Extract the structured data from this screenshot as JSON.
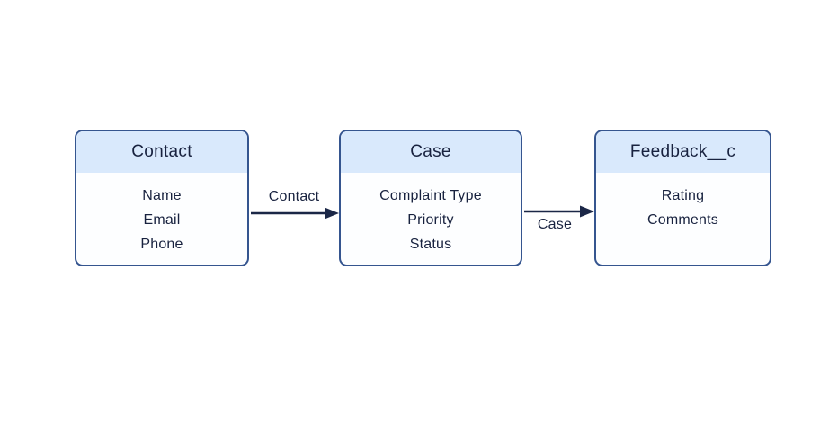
{
  "diagram": {
    "entities": [
      {
        "title": "Contact",
        "fields": [
          "Name",
          "Email",
          "Phone"
        ]
      },
      {
        "title": "Case",
        "fields": [
          "Complaint Type",
          "Priority",
          "Status"
        ]
      },
      {
        "title": "Feedback__c",
        "fields": [
          "Rating",
          "Comments"
        ]
      }
    ],
    "connectors": [
      {
        "label": "Contact",
        "from": "Contact",
        "to": "Case"
      },
      {
        "label": "Case",
        "from": "Case",
        "to": "Feedback__c"
      }
    ],
    "colors": {
      "border": "#35558f",
      "header_fill": "#d9e9fc",
      "text": "#18223f",
      "arrow": "#1b2747",
      "background": "#ffffff"
    }
  }
}
